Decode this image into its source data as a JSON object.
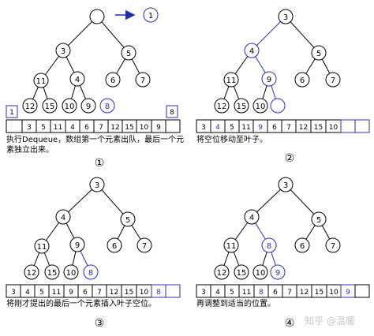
{
  "diagram_title": "Heap Dequeue",
  "colors": {
    "black": "#000000",
    "blue": "#2f2fae",
    "arrow": "#1f2fa8",
    "bg": "#ffffff"
  },
  "panels": [
    {
      "step_marker": "①",
      "caption": "执行Dequeue，数组第一个元素出队，最后一个元素独立出来。",
      "out_label": "1",
      "tree_nodes": [
        {
          "id": "root",
          "label": ""
        },
        {
          "id": "n3",
          "label": "3"
        },
        {
          "id": "n5",
          "label": "5"
        },
        {
          "id": "n11",
          "label": "11"
        },
        {
          "id": "n4",
          "label": "4"
        },
        {
          "id": "n6",
          "label": "6"
        },
        {
          "id": "n7",
          "label": "7"
        },
        {
          "id": "n12",
          "label": "12"
        },
        {
          "id": "n15",
          "label": "15"
        },
        {
          "id": "n10",
          "label": "10"
        },
        {
          "id": "n9",
          "label": "9"
        },
        {
          "id": "n8",
          "label": "8"
        }
      ],
      "side_boxes": [
        "1",
        "8"
      ],
      "array": [
        "",
        "3",
        "5",
        "11",
        "4",
        "6",
        "7",
        "12",
        "15",
        "10",
        "9",
        ""
      ]
    },
    {
      "step_marker": "②",
      "caption": "将空位移动至叶子。",
      "tree_nodes": [
        {
          "id": "root",
          "label": "3"
        },
        {
          "id": "n4",
          "label": "4"
        },
        {
          "id": "n5",
          "label": "5"
        },
        {
          "id": "n11",
          "label": "11"
        },
        {
          "id": "n9",
          "label": "9"
        },
        {
          "id": "n6",
          "label": "6"
        },
        {
          "id": "n7",
          "label": "7"
        },
        {
          "id": "n12",
          "label": "12"
        },
        {
          "id": "n15",
          "label": "15"
        },
        {
          "id": "n10",
          "label": "10"
        },
        {
          "id": "empty",
          "label": ""
        }
      ],
      "array": [
        "3",
        "4",
        "5",
        "11",
        "9",
        "6",
        "7",
        "12",
        "15",
        "10",
        "",
        ""
      ]
    },
    {
      "step_marker": "③",
      "caption": "将刚才提出的最后一个元素插入叶子空位。",
      "tree_nodes": [
        {
          "id": "root",
          "label": "3"
        },
        {
          "id": "n4",
          "label": "4"
        },
        {
          "id": "n5",
          "label": "5"
        },
        {
          "id": "n11",
          "label": "11"
        },
        {
          "id": "n9",
          "label": "9"
        },
        {
          "id": "n6",
          "label": "6"
        },
        {
          "id": "n7",
          "label": "7"
        },
        {
          "id": "n12",
          "label": "12"
        },
        {
          "id": "n15",
          "label": "15"
        },
        {
          "id": "n10",
          "label": "10"
        },
        {
          "id": "n8",
          "label": "8"
        }
      ],
      "array": [
        "3",
        "4",
        "5",
        "11",
        "9",
        "6",
        "7",
        "12",
        "15",
        "10",
        "8",
        ""
      ]
    },
    {
      "step_marker": "④",
      "caption": "再调整到适当的位置。",
      "tree_nodes": [
        {
          "id": "root",
          "label": "3"
        },
        {
          "id": "n4",
          "label": "4"
        },
        {
          "id": "n5",
          "label": "5"
        },
        {
          "id": "n11",
          "label": "11"
        },
        {
          "id": "n8",
          "label": "8"
        },
        {
          "id": "n6",
          "label": "6"
        },
        {
          "id": "n7",
          "label": "7"
        },
        {
          "id": "n12",
          "label": "12"
        },
        {
          "id": "n15",
          "label": "15"
        },
        {
          "id": "n10",
          "label": "10"
        },
        {
          "id": "n9",
          "label": "9"
        }
      ],
      "array": [
        "3",
        "4",
        "5",
        "11",
        "8",
        "6",
        "7",
        "12",
        "15",
        "10",
        "9",
        ""
      ]
    }
  ],
  "watermark": "知乎 @温暖"
}
